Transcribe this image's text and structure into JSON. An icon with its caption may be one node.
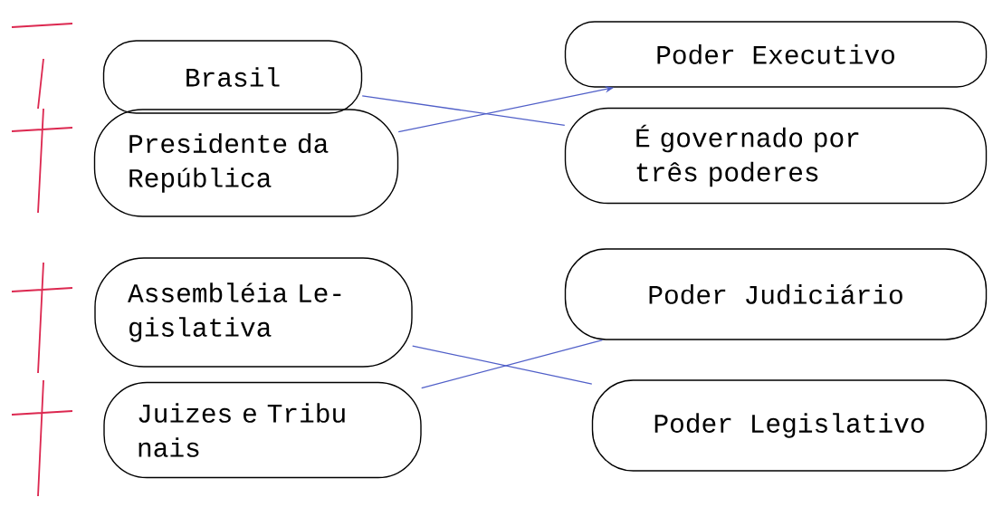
{
  "diagram": {
    "nodes": [
      {
        "text": [
          "Brasil"
        ]
      },
      {
        "text": [
          "Presidente da República"
        ]
      },
      {
        "text": [
          "Assembléia Le- gislativa"
        ]
      },
      {
        "text": [
          "Juizes e Tribu nais"
        ]
      },
      {
        "text": [
          "Poder Executivo"
        ]
      },
      {
        "text": [
          "É governado por três poderes"
        ]
      },
      {
        "text": [
          "Poder Judiciário"
        ]
      },
      {
        "text": [
          "Poder Legislativo"
        ]
      }
    ],
    "edges": [
      {
        "from": 0,
        "to": 5,
        "arrow": "none"
      },
      {
        "from": 1,
        "to": 4,
        "arrow": "to"
      },
      {
        "from": 2,
        "to": 7,
        "arrow": "none"
      },
      {
        "from": 3,
        "to": 6,
        "arrow": "none"
      }
    ]
  }
}
